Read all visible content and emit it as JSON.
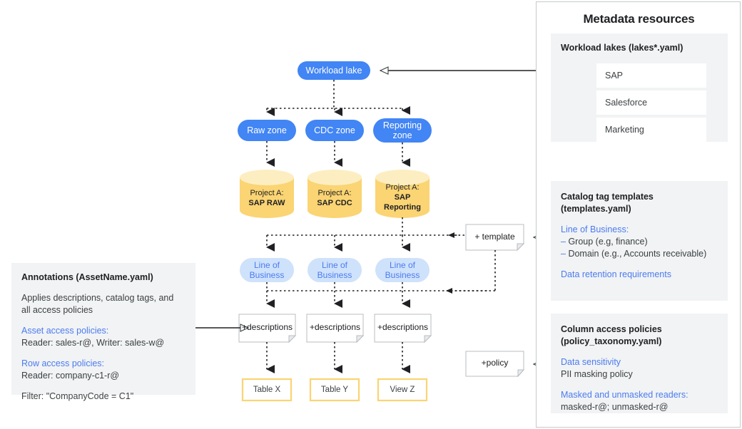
{
  "metadata_panel": {
    "title": "Metadata resources",
    "lakes_card": {
      "heading": "Workload lakes (lakes*.yaml)",
      "items": [
        "SAP",
        "Salesforce",
        "Marketing"
      ]
    },
    "templates_card": {
      "heading_line1": "Catalog tag templates",
      "heading_line2": "(templates.yaml)",
      "sub1": "Line of Business:",
      "bullet1_dash": "–",
      "bullet1": "Group (e.g, finance)",
      "bullet2_dash": "–",
      "bullet2": "Domain (e.g., Accounts receivable)",
      "sub2": "Data retention requirements"
    },
    "policies_card": {
      "heading_line1": "Column access policies",
      "heading_line2": "(policy_taxonomy.yaml)",
      "sub1": "Data sensitivity",
      "text1": "PII masking policy",
      "sub2": "Masked and unmasked readers:",
      "text2": "masked-r@; unmasked-r@"
    }
  },
  "annotations_panel": {
    "heading": "Annotations (AssetName.yaml)",
    "desc_line1": "Applies descriptions, catalog tags, and",
    "desc_line2": "all access policies",
    "sub1": "Asset access policies:",
    "text1": "Reader: sales-r@, Writer: sales-w@",
    "sub2": "Row access policies:",
    "text2": "Reader: company-c1-r@",
    "text3": "Filter: \"CompanyCode = C1\""
  },
  "flow": {
    "workload_lake": "Workload lake",
    "zones": [
      "Raw zone",
      "CDC zone",
      "Reporting zone"
    ],
    "projects": [
      {
        "line1": "Project A:",
        "line2": "SAP RAW"
      },
      {
        "line1": "Project A:",
        "line2": "SAP CDC"
      },
      {
        "line1": "Project A:",
        "line2": "SAP Reporting"
      }
    ],
    "lob": [
      {
        "line1": "Line of",
        "line2": "Business"
      },
      {
        "line1": "Line of",
        "line2": "Business"
      },
      {
        "line1": "Line of",
        "line2": "Business"
      }
    ],
    "descriptions": [
      "+descriptions",
      "+descriptions",
      "+descriptions"
    ],
    "outputs": [
      "Table X",
      "Table Y",
      "View Z"
    ],
    "template_note": "+ template",
    "policy_note": "+policy"
  },
  "colors": {
    "blue_node": "#4285f4",
    "lob_fill": "#cfe2fb",
    "lob_text": "#4c7bf0",
    "cylinder_fill": "#fbd473",
    "cylinder_top": "#fdeec2",
    "table_border": "#fbd473",
    "note_border": "#b9bcbf",
    "card_bg": "#f1f3f4",
    "arrow": "#202124",
    "text_blue": "#4c7bf0"
  }
}
